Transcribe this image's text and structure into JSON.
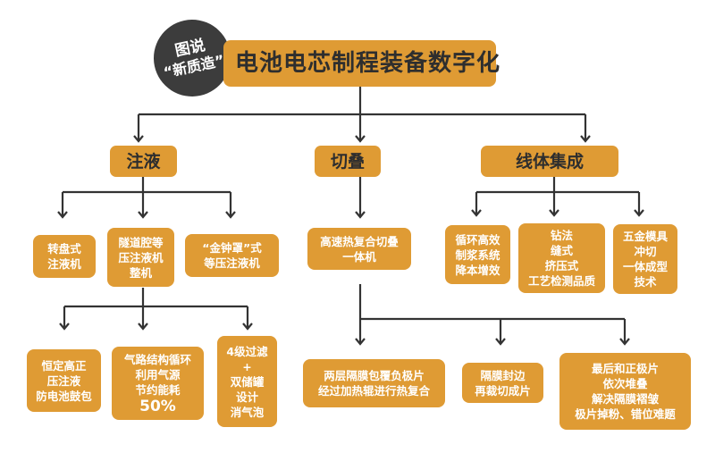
{
  "badge": {
    "line1": "图说",
    "line2": "“新质造”"
  },
  "title": "电池电芯制程装备数字化",
  "colors": {
    "accent": "#df9b34",
    "badge": "#3c3c3c",
    "line": "#333333"
  },
  "categories": [
    {
      "label": "注液",
      "nodes": [
        {
          "lines": [
            "转盘式",
            "注液机"
          ]
        },
        {
          "lines": [
            "隧道腔等",
            "压注液机",
            "整机"
          ]
        },
        {
          "lines": [
            "“金钟罩”式",
            "等压注液机"
          ]
        }
      ],
      "details": [
        {
          "lines": [
            "恒定高正",
            "压注液",
            "防电池鼓包"
          ]
        },
        {
          "lines": [
            "气路结构循环",
            "利用气源",
            "节约能耗"
          ],
          "highlight": "50%"
        },
        {
          "lines": [
            "4级过滤",
            "+",
            "双储罐",
            "设计",
            "消气泡"
          ]
        }
      ]
    },
    {
      "label": "切叠",
      "nodes": [
        {
          "lines": [
            "高速热复合切叠",
            "一体机"
          ]
        }
      ],
      "details": [
        {
          "lines": [
            "两层隔膜包覆负极片",
            "经过加热辊进行热复合"
          ]
        },
        {
          "lines": [
            "隔膜封边",
            "再裁切成片"
          ]
        },
        {
          "lines": [
            "最后和正极片",
            "依次堆叠",
            "解决隔膜褶皱",
            "极片掉粉、错位难题"
          ]
        }
      ]
    },
    {
      "label": "线体集成",
      "nodes": [
        {
          "lines": [
            "循环高效",
            "制浆系统",
            "降本增效"
          ]
        },
        {
          "lines": [
            "钻法",
            "缝式",
            "挤压式",
            "工艺检测品质"
          ]
        },
        {
          "lines": [
            "五金模具",
            "冲切",
            "一体成型",
            "技术"
          ]
        }
      ]
    }
  ]
}
